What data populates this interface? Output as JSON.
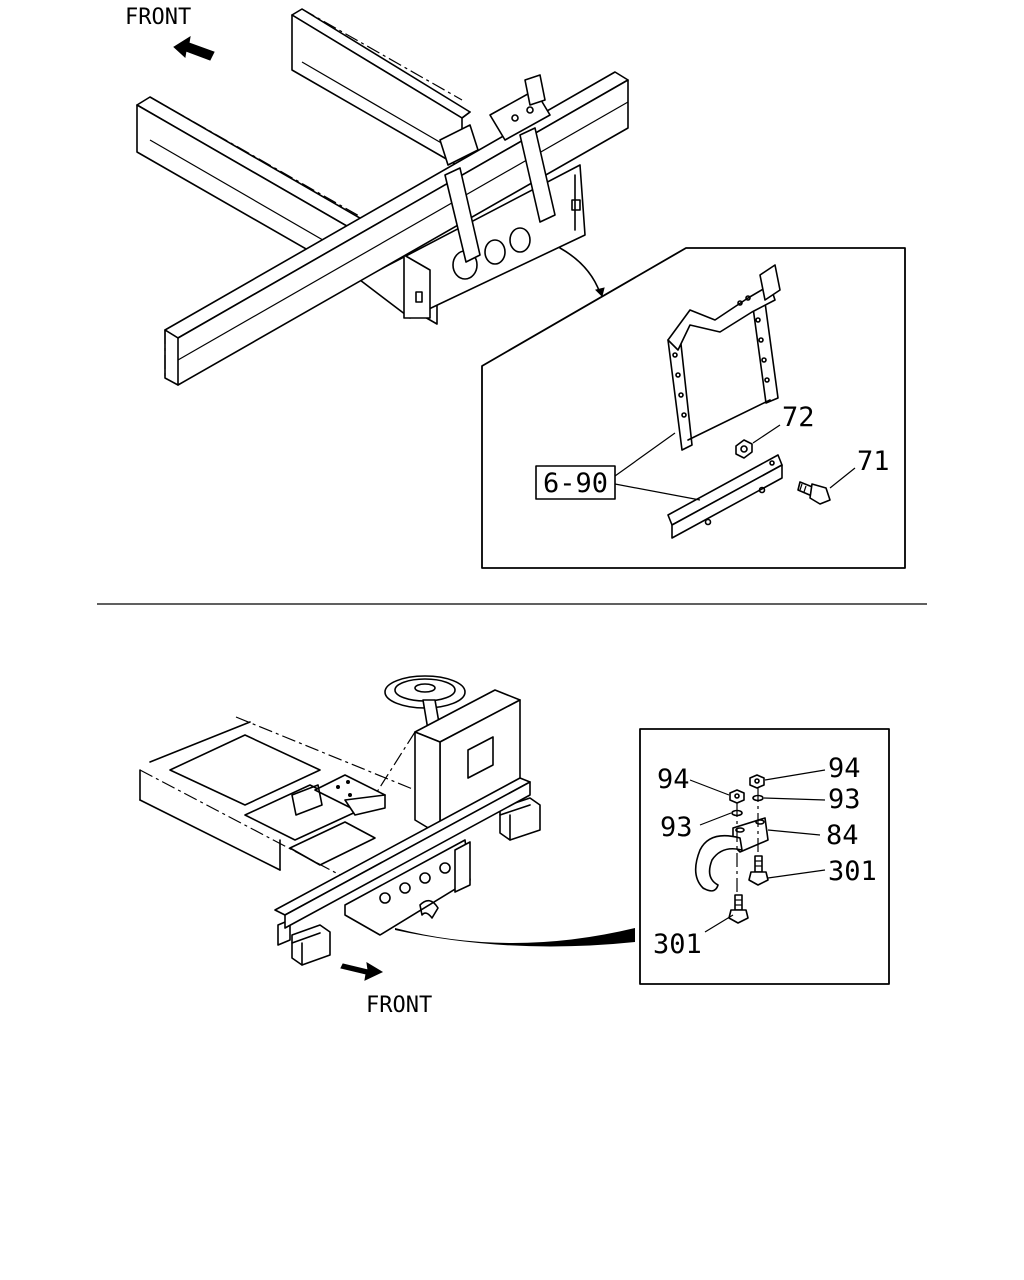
{
  "diagram": {
    "top": {
      "direction_label": "FRONT",
      "callouts": {
        "ref_box": "6-90",
        "nut": "72",
        "bolt": "71"
      }
    },
    "bottom": {
      "direction_label": "FRONT",
      "callouts": {
        "nut_left": "94",
        "nut_right": "94",
        "washer_right": "93",
        "washer_left": "93",
        "hook": "84",
        "bolt_right": "301",
        "bolt_left": "301"
      }
    }
  }
}
